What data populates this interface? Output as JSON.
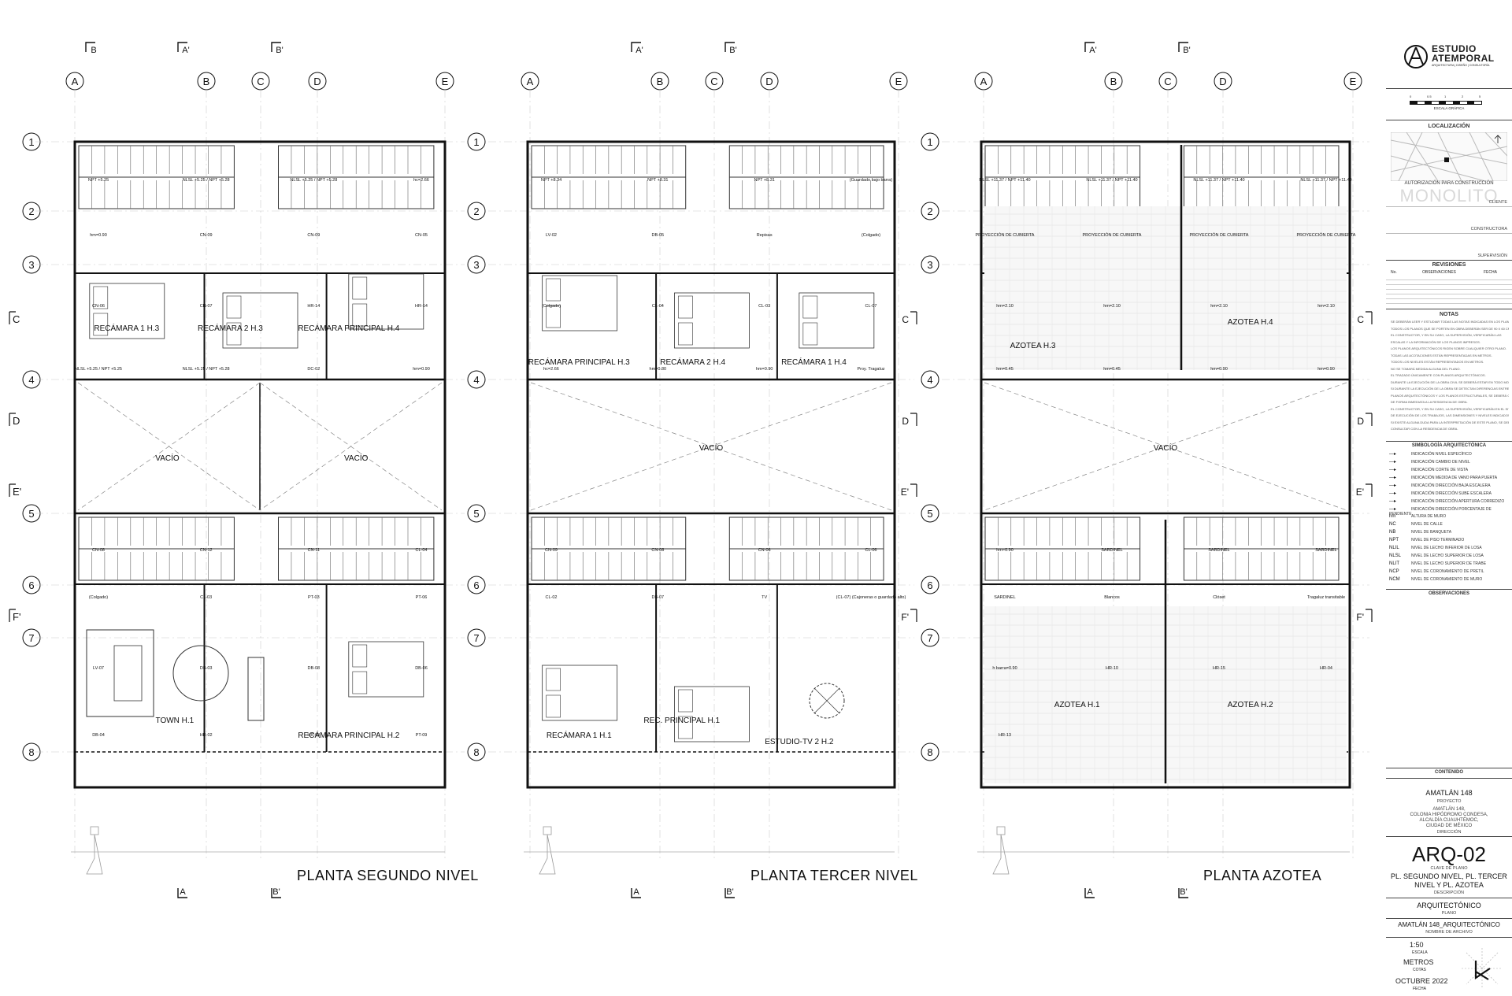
{
  "plans": [
    {
      "title": "PLANTA SEGUNDO NIVEL",
      "cols": [
        "A",
        "B",
        "C",
        "D",
        "E"
      ],
      "section_top": [
        "B",
        "A'",
        "B'"
      ],
      "section_bottom": [
        "A",
        "B'"
      ],
      "rooms": [
        {
          "label": "RECÁMARA 1 H.3"
        },
        {
          "label": "RECÁMARA 2 H.3"
        },
        {
          "label": "RECÁMARA PRINCIPAL H.4"
        },
        {
          "label": "VACÍO"
        },
        {
          "label": "VACÍO"
        },
        {
          "label": "TOWN H.1"
        },
        {
          "label": "RECÁMARA PRINCIPAL H.2"
        }
      ],
      "notes": [
        {
          "t": "NPT +5.25"
        },
        {
          "t": "NLSL +5.25 / NPT +5.28"
        },
        {
          "t": "NLSL +5.25 / NPT +5.28"
        },
        {
          "t": "hc=2.66"
        },
        {
          "t": "hm=0.90"
        },
        {
          "t": "CN-09"
        },
        {
          "t": "CN-09"
        },
        {
          "t": "CN-05"
        },
        {
          "t": "CN-06"
        },
        {
          "t": "CN-07"
        },
        {
          "t": "HR-14"
        },
        {
          "t": "HR-14"
        },
        {
          "t": "NLSL +5.25 / NPT +5.25"
        },
        {
          "t": "NLSL +5.25 / NPT +5.28"
        },
        {
          "t": "DC-02"
        },
        {
          "t": "hm=0.90"
        },
        {
          "t": "CN-08"
        },
        {
          "t": "CN-12"
        },
        {
          "t": "CN-11"
        },
        {
          "t": "CL-04"
        },
        {
          "t": "(Colgado)"
        },
        {
          "t": "CL-03"
        },
        {
          "t": "PT-03"
        },
        {
          "t": "PT-06"
        },
        {
          "t": "LV-07"
        },
        {
          "t": "DB-03"
        },
        {
          "t": "DB-08"
        },
        {
          "t": "DB-06"
        },
        {
          "t": "DB-04"
        },
        {
          "t": "HR-02"
        },
        {
          "t": "HR-03"
        },
        {
          "t": "PT-09"
        }
      ]
    },
    {
      "title": "PLANTA TERCER NIVEL",
      "cols": [
        "A",
        "B",
        "C",
        "D",
        "E"
      ],
      "section_top": [
        "A'",
        "B'"
      ],
      "section_bottom": [
        "A",
        "B'"
      ],
      "rooms": [
        {
          "label": "RECÁMARA PRINCIPAL H.3"
        },
        {
          "label": "RECÁMARA 2 H.4"
        },
        {
          "label": "RECÁMARA 1 H.4"
        },
        {
          "label": "VACÍO"
        },
        {
          "label": "RECÁMARA 1 H.1"
        },
        {
          "label": "REC. PRINCIPAL H.1"
        },
        {
          "label": "ESTUDIO-TV 2 H.2"
        }
      ],
      "notes": [
        {
          "t": "NPT +8.34"
        },
        {
          "t": "NPT +8.31"
        },
        {
          "t": "NPT +8.31"
        },
        {
          "t": "(Guardado bajo barra)"
        },
        {
          "t": "LV-02"
        },
        {
          "t": "DB-05"
        },
        {
          "t": "Repisas"
        },
        {
          "t": "(Colgado)"
        },
        {
          "t": "(Colgado)"
        },
        {
          "t": "CL-04"
        },
        {
          "t": "CL-03"
        },
        {
          "t": "CL-07"
        },
        {
          "t": "hc=2.66"
        },
        {
          "t": "hm=0.80"
        },
        {
          "t": "hm=0.90"
        },
        {
          "t": "Proy. Tragaluz"
        },
        {
          "t": "CN-09"
        },
        {
          "t": "CN-08"
        },
        {
          "t": "CN-06"
        },
        {
          "t": "CL-06"
        },
        {
          "t": "CL-02"
        },
        {
          "t": "DB-07"
        },
        {
          "t": "TV"
        },
        {
          "t": "(CL-07) (Cajoneras o guardado alto)"
        }
      ]
    },
    {
      "title": "PLANTA AZOTEA",
      "cols": [
        "A",
        "B",
        "C",
        "D",
        "E"
      ],
      "section_top": [
        "A'",
        "B'"
      ],
      "section_bottom": [
        "A",
        "B'"
      ],
      "rooms": [
        {
          "label": "AZOTEA H.3"
        },
        {
          "label": "AZOTEA H.4"
        },
        {
          "label": "VACÍO"
        },
        {
          "label": "AZOTEA H.1"
        },
        {
          "label": "AZOTEA H.2"
        }
      ],
      "notes": [
        {
          "t": "NLSL +11.37 / NPT +11.40"
        },
        {
          "t": "NLSL +11.37 / NPT +11.40"
        },
        {
          "t": "NLSL +11.37 / NPT +11.40"
        },
        {
          "t": "NLSL +11.37 / NPT +11.40"
        },
        {
          "t": "PROYECCIÓN DE CUBIERTA"
        },
        {
          "t": "PROYECCIÓN DE CUBIERTA"
        },
        {
          "t": "PROYECCIÓN DE CUBIERTA"
        },
        {
          "t": "PROYECCIÓN DE CUBIERTA"
        },
        {
          "t": "hm=2.10"
        },
        {
          "t": "hm=2.10"
        },
        {
          "t": "hm=2.10"
        },
        {
          "t": "hm=2.10"
        },
        {
          "t": "hm=0.45"
        },
        {
          "t": "hm=0.45"
        },
        {
          "t": "hm=0.90"
        },
        {
          "t": "hm=0.90"
        },
        {
          "t": "hm=0.90"
        },
        {
          "t": "SARDINEL"
        },
        {
          "t": "SARDINEL"
        },
        {
          "t": "SARDINEL"
        },
        {
          "t": "SARDINEL"
        },
        {
          "t": "Blancos"
        },
        {
          "t": "Clóset"
        },
        {
          "t": "Tragaluz transitable"
        },
        {
          "t": "h barra=0.90"
        },
        {
          "t": "HR-10"
        },
        {
          "t": "HR-15"
        },
        {
          "t": "HR-04"
        },
        {
          "t": "HR-13"
        }
      ]
    }
  ],
  "rows": [
    "1",
    "2",
    "3",
    "C",
    "4",
    "D",
    "E'",
    "5",
    "6",
    "F'",
    "7",
    "8"
  ],
  "title_block": {
    "firm_line1": "ESTUDIO",
    "firm_line2": "ATEMPORAL",
    "firm_tag": "ARQUITECTURA | DISEÑO | CONSULTORÍA",
    "scale_label": "ESCALA GRÁFICA",
    "scale_ticks": [
      "0",
      "0.5",
      "1",
      "2",
      "5"
    ],
    "location_head": "LOCALIZACIÓN",
    "authorization": "AUTORIZACIÓN PARA CONSTRUCCIÓN",
    "authorization_watermark": "MONOLITO",
    "client_label": "CLIENTE",
    "builder_label": "CONSTRUCTORA",
    "supervision_label": "SUPERVISIÓN",
    "revisions_head": "REVISIONES",
    "revisions_cols": [
      "No.",
      "OBSERVACIONES",
      "FECHA"
    ],
    "notes_head": "NOTAS",
    "notes_lines": [
      "SE DEBERÁN LEER Y ESTUDIAR TODAS LAS NOTAS INDICADAS EN LOS PLANOS.",
      "TODOS LOS PLANOS QUE SE PORTEN EN OBRA DEBERÁN SER DE 90 X 60 CM.",
      "EL CONSTRUCTOR, Y EN SU CASO, LA SUPERVISIÓN, VERIFICARÁN LAS",
      "ESCALAS Y LA INFORMACIÓN DE LOS PLANOS IMPRESOS.",
      "LOS PLANOS ARQUITECTÓNICOS RIGEN SOBRE CUALQUIER OTRO PLANO.",
      "TODAS LAS ACOTACIONES ESTÁN REPRESENTADAS EN METROS.",
      "TODOS LOS NIVELES ESTÁN REPRESENTADOS EN METROS.",
      "NO SE TOMARÁ MEDIDA ALGUNA DEL PLANO.",
      "EL TRAZADO ÚNICAMENTE CON PLANOS ARQUITECTÓNICOS.",
      "DURANTE LA EJECUCIÓN DE LA OBRA CIVIL SE DEBERÁ ESTAR EN TODO MOMENTO.",
      "SI DURANTE LA EJECUCIÓN DE LA OBRA SE DETECTAN DIFERENCIAS ENTRE LOS",
      "PLANOS ARQUITECTÓNICOS Y LOS PLANOS ESTRUCTURALES, SE DEBERÁ CONSULTAR",
      "DE FORMA INMEDIATA A LA RESIDENCIA DE OBRA.",
      "EL CONSTRUCTOR, Y EN SU CASO, LA SUPERVISIÓN, VERIFICARÁN EN EL SITIO",
      "DE EJECUCIÓN DE LOS TRABAJOS, LAS DIMENSIONES Y NIVELES INDICADOS.",
      "SI EXISTE ALGUNA DUDA PARA LA INTERPRETACIÓN DE ESTE PLANO, SE DEBERÁ",
      "CONSULTAR CON LA RESIDENCIA DE OBRA."
    ],
    "symbology_head": "SIMBOLOGÍA ARQUITECTÓNICA",
    "symbology": [
      {
        "k": "",
        "v": "INDICACIÓN NIVEL ESPECÍFICO"
      },
      {
        "k": "",
        "v": "INDICACIÓN CAMBIO DE NIVEL"
      },
      {
        "k": "",
        "v": "INDICACIÓN CORTE DE VISTA"
      },
      {
        "k": "",
        "v": "INDICACIÓN MEDIDA DE VANO PARA PUERTA"
      },
      {
        "k": "",
        "v": "INDICACIÓN DIRECCIÓN BAJA ESCALERA"
      },
      {
        "k": "",
        "v": "INDICACIÓN DIRECCIÓN SUBE ESCALERA"
      },
      {
        "k": "",
        "v": "INDICACIÓN DIRECCIÓN APERTURA CORREDIZO"
      },
      {
        "k": "",
        "v": "INDICACIÓN DIRECCIÓN PORCENTAJE DE PENDIENTE"
      },
      {
        "k": "hm",
        "v": "ALTURA DE MURO"
      },
      {
        "k": "NC",
        "v": "NIVEL DE CALLE"
      },
      {
        "k": "NB",
        "v": "NIVEL DE BANQUETA"
      },
      {
        "k": "NPT",
        "v": "NIVEL DE PISO TERMINADO"
      },
      {
        "k": "NLIL",
        "v": "NIVEL DE LECHO INFERIOR DE LOSA"
      },
      {
        "k": "NLSL",
        "v": "NIVEL DE LECHO SUPERIOR DE LOSA"
      },
      {
        "k": "NLIT",
        "v": "NIVEL DE LECHO SUPERIOR DE TRABE"
      },
      {
        "k": "NCP",
        "v": "NIVEL DE CORONAMIENTO DE PRETIL"
      },
      {
        "k": "NCM",
        "v": "NIVEL DE CORONAMIENTO DE MURO"
      }
    ],
    "observations_head": "OBSERVACIONES",
    "content_head": "CONTENIDO",
    "project_name": "AMATLÁN 148",
    "project_label": "PROYECTO",
    "address": [
      "AMATLÁN 148,",
      "COLONIA HIPÓDROMO CONDESA,",
      "ALCALDÍA CUAUHTÉMOC,",
      "CIUDAD DE MÉXICO"
    ],
    "address_label": "DIRECCIÓN",
    "sheet_code": "ARQ-02",
    "sheet_code_label": "CLAVE DE PLANO",
    "description": [
      "PL. SEGUNDO NIVEL, PL. TERCER",
      "NIVEL Y PL. AZOTEA"
    ],
    "description_label": "DESCRIPCIÓN",
    "plan_type": "ARQUITECTÓNICO",
    "plan_type_label": "PLANO",
    "file_name": "AMATLÁN 148_ARQUITECTÓNICO",
    "file_name_label": "NOMBRE DE ARCHIVO",
    "scale": "1:50",
    "scale_label2": "ESCALA",
    "units": "METROS",
    "units_label": "COTAS",
    "date": "OCTUBRE 2022",
    "date_label": "FECHA"
  }
}
